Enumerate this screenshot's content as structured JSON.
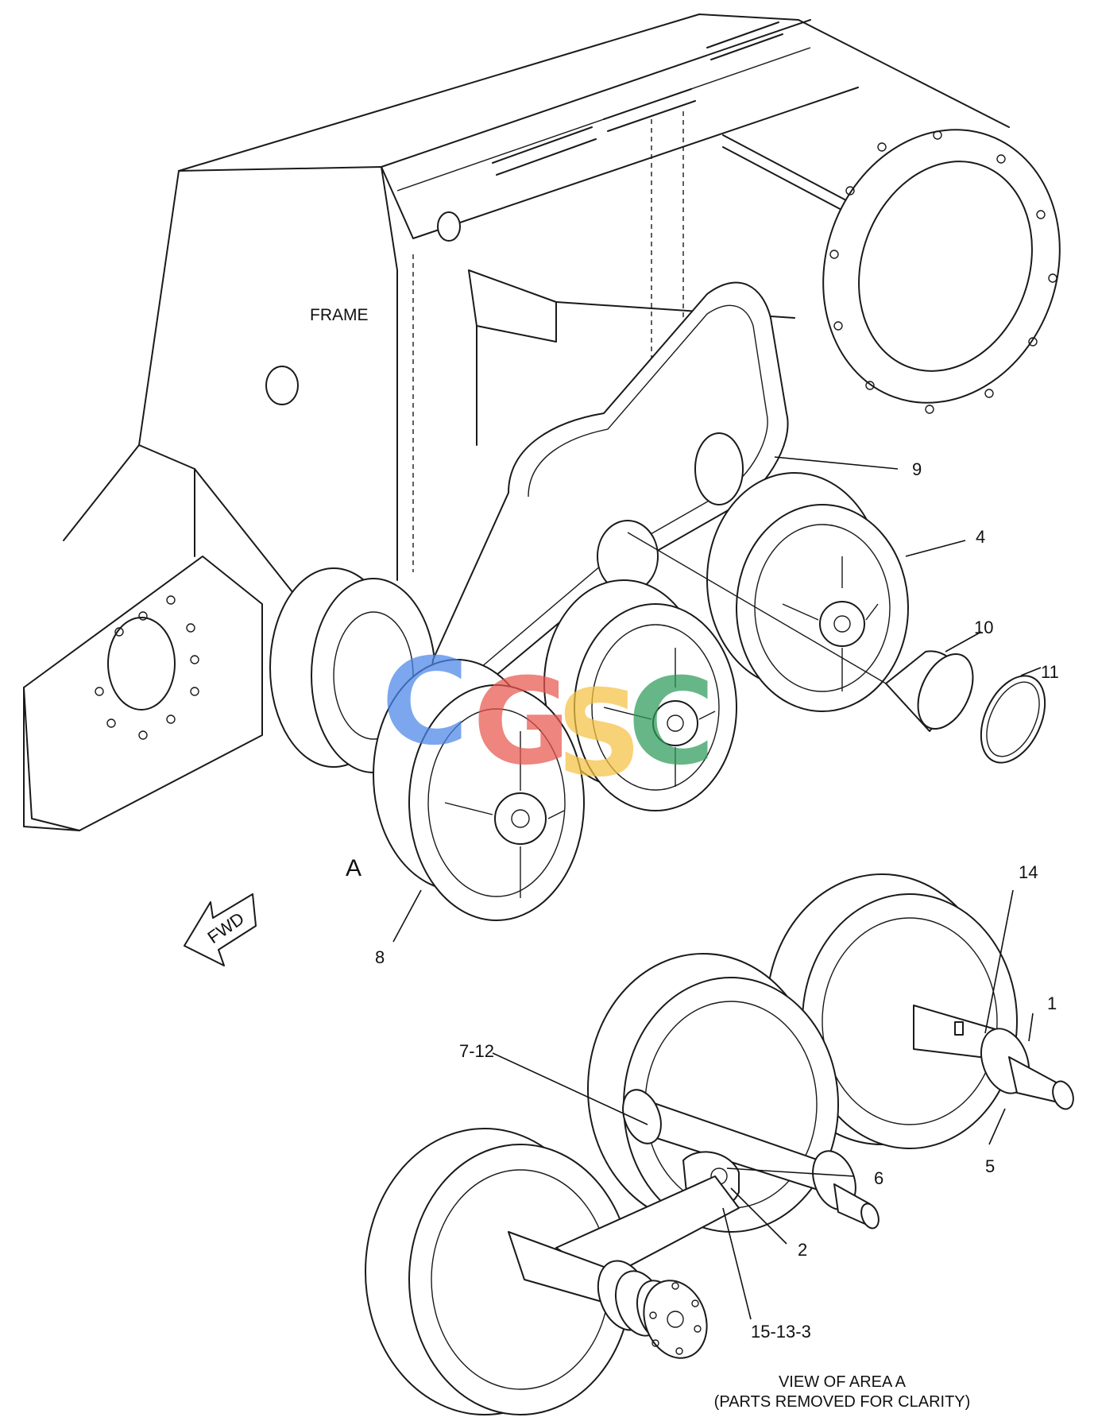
{
  "labels": {
    "frame": "FRAME",
    "area": "A",
    "fwd": "FWD",
    "view_caption_line1": "VIEW OF AREA A",
    "view_caption_line2": "(PARTS REMOVED FOR CLARITY)"
  },
  "callouts": [
    {
      "id": "c9",
      "text": "9"
    },
    {
      "id": "c4",
      "text": "4"
    },
    {
      "id": "c10",
      "text": "10"
    },
    {
      "id": "c11",
      "text": "11"
    },
    {
      "id": "c8",
      "text": "8"
    },
    {
      "id": "c14",
      "text": "14"
    },
    {
      "id": "c1",
      "text": "1"
    },
    {
      "id": "c7-12",
      "text": "7-12"
    },
    {
      "id": "c6",
      "text": "6"
    },
    {
      "id": "c5",
      "text": "5"
    },
    {
      "id": "c2",
      "text": "2"
    },
    {
      "id": "c15-13-3",
      "text": "15-13-3"
    }
  ],
  "watermark": {
    "letters": [
      "C",
      "G",
      "S",
      "C"
    ],
    "colors": [
      "#4a86e8",
      "#e8574e",
      "#f6c244",
      "#2e9a5a"
    ]
  }
}
